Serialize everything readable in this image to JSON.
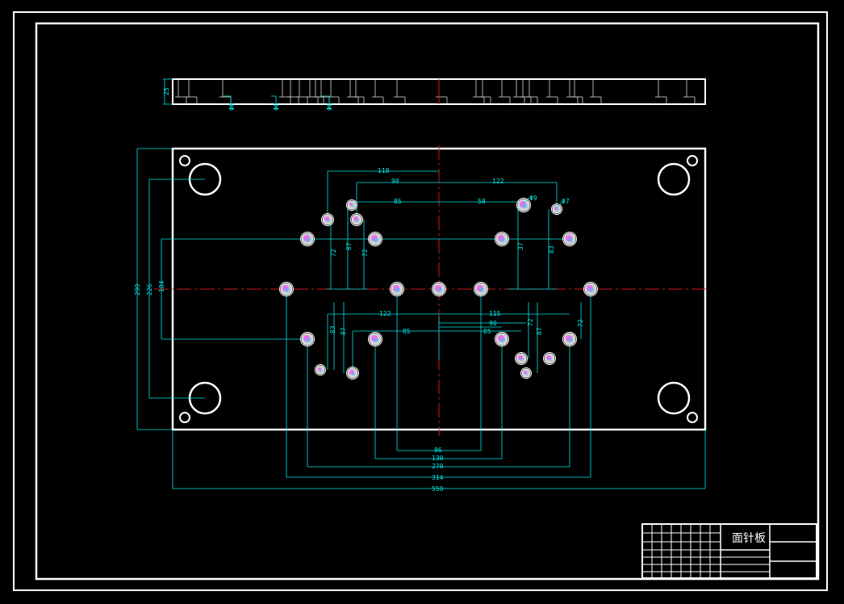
{
  "title_block": {
    "part_name": "面针板"
  },
  "side_view": {
    "thickness_label": "25",
    "hole_labels": [
      "Φ8",
      "Φ8",
      "Φ8"
    ]
  },
  "callouts": {
    "dia_9": "Φ9",
    "dia_7": "Φ7"
  },
  "dimensions": {
    "top_h_118": "118",
    "top_h_90": "90",
    "top_h_122": "122",
    "top_h_85a": "85",
    "top_h_58": "58",
    "top_v_72a": "72",
    "top_v_87a": "87",
    "top_v_72b": "72",
    "top_v_37": "37",
    "top_v_83a": "83",
    "bot_h_122": "122",
    "bot_h_115": "115",
    "bot_h_90": "90",
    "bot_h_85a": "85",
    "bot_h_85b": "85",
    "bot_v_83": "83",
    "bot_v_87": "87",
    "bot_v_72a": "72",
    "bot_v_87b": "87",
    "bot_v_72b": "72",
    "left_290": "290",
    "left_226": "226",
    "left_104": "104",
    "bottom_86": "86",
    "bottom_130": "130",
    "bottom_270": "270",
    "bottom_314": "314",
    "bottom_550": "550"
  },
  "colors": {
    "outline": "#ffffff",
    "dimension": "#00e5e5",
    "centerline": "#d01818",
    "hole_fill": "#dddddd",
    "hole_accent": "#ff40ff"
  }
}
